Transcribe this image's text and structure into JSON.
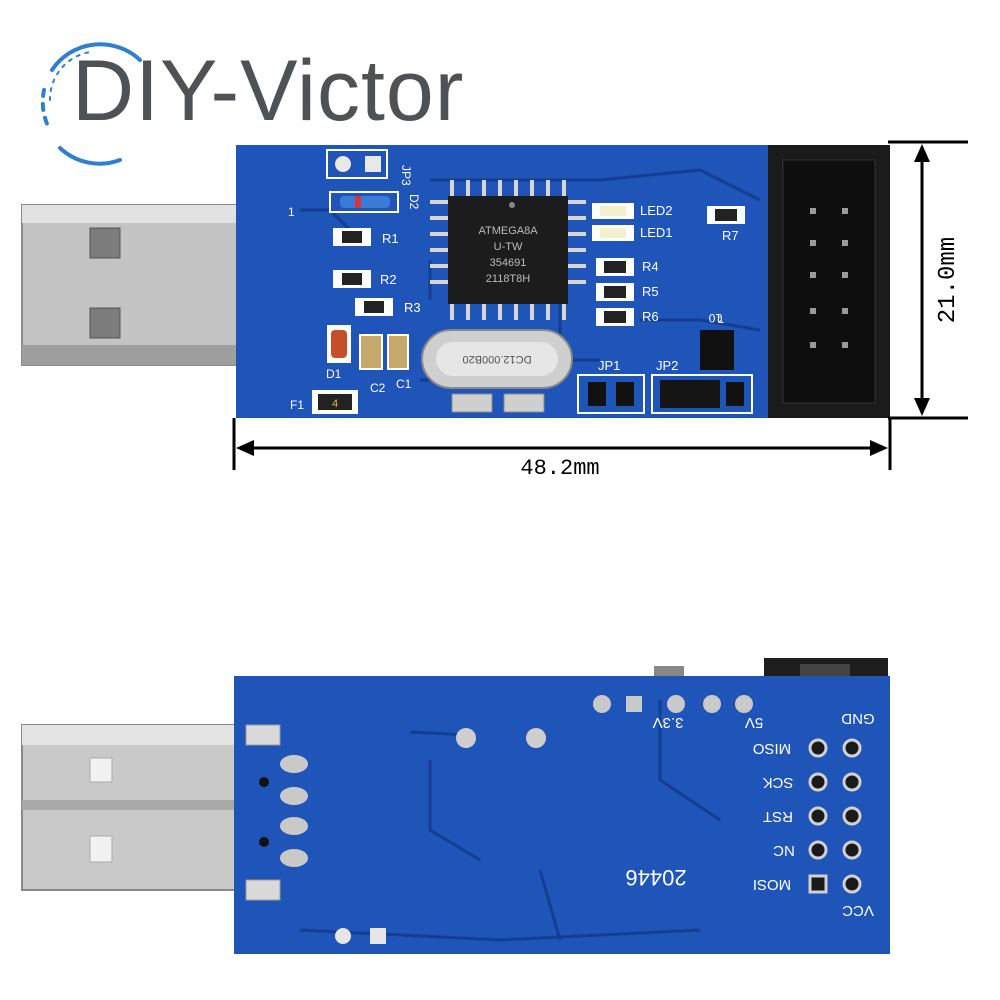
{
  "brand": {
    "logo_text": "DIY-Victor",
    "accent_color": "#2f7fd0",
    "text_color": "#4f5255"
  },
  "pcb_colors": {
    "board": "#1f55b8",
    "board_dark": "#123f92",
    "silkscreen": "#ffffff",
    "usb_metal": "#b9b9b9",
    "header": "#1b1b1b"
  },
  "dimensions": {
    "width_label": "48.2mm",
    "height_label": "21.0mm"
  },
  "top_side": {
    "chip_lines": [
      "ATMEGA8A",
      "U-TW",
      "354691",
      "2118T8H"
    ],
    "crystal_label": "DC12.000B20",
    "fuse_marking": "4",
    "labels": {
      "jp3": "JP3",
      "d2": "D2",
      "r1": "R1",
      "r2": "R2",
      "r3": "R3",
      "d1": "D1",
      "c2": "C2",
      "c1": "C1",
      "f1": "F1",
      "led2": "LED2",
      "led1": "LED1",
      "r4": "R4",
      "r5": "R5",
      "r6": "R6",
      "r7": "R7",
      "jp1": "JP1",
      "jp2": "JP2",
      "pin1_left": "1",
      "pin1_right": "1",
      "header_pin": "10"
    }
  },
  "bottom_side": {
    "labels": {
      "v33": "3.3V",
      "v5": "5V",
      "gnd": "GND",
      "miso": "MISO",
      "sck": "SCK",
      "rst": "RST",
      "nc": "NC",
      "mosi": "MOSI",
      "vcc": "VCC",
      "code": "20446"
    }
  }
}
